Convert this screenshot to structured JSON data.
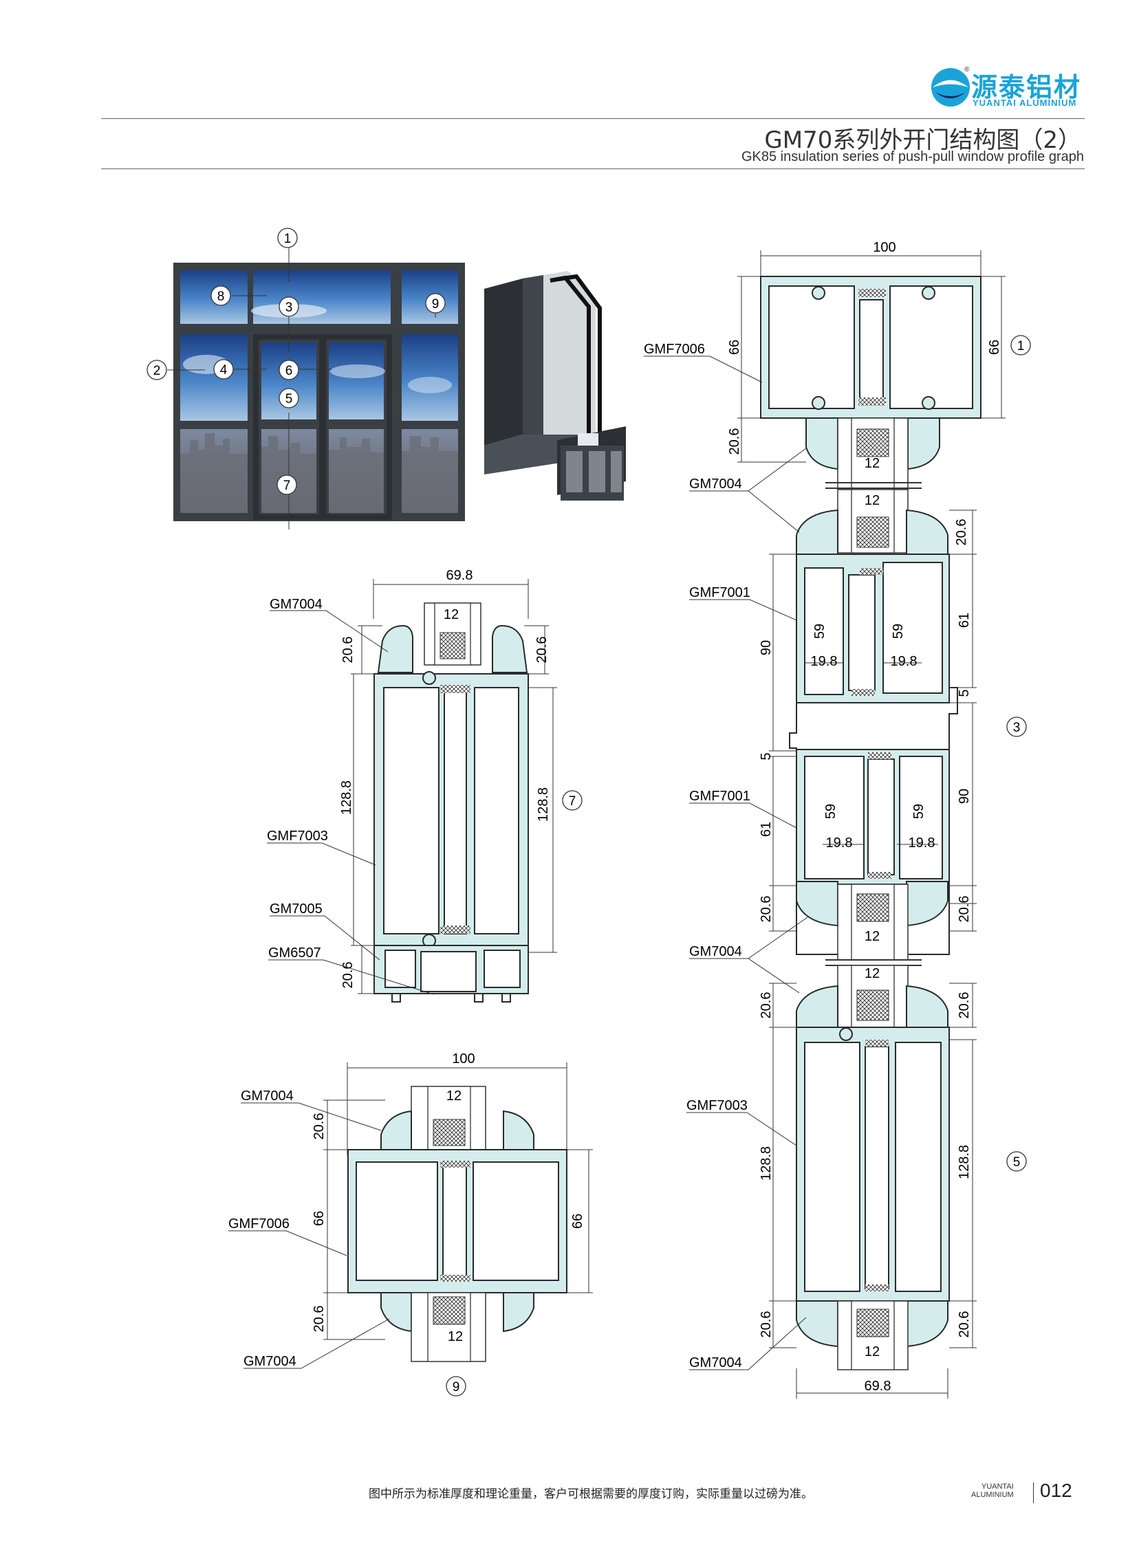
{
  "brand": {
    "name_cn": "源泰铝材",
    "name_en": "YUANTAI ALUMINIUM",
    "reg_mark": "®",
    "color": "#1aa3d9"
  },
  "header": {
    "title_cn": "GM70系列外开门结构图（2）",
    "title_en": "GK85 insulation series of push-pull window profile graph"
  },
  "photo_callouts": [
    "1",
    "2",
    "3",
    "4",
    "5",
    "6",
    "7",
    "8",
    "9"
  ],
  "section_7": {
    "callout": "7",
    "width": "69.8",
    "glass": "12",
    "h1": "20.6",
    "h2": "20.6",
    "h_main_l": "128.8",
    "h_main_r": "128.8",
    "h_bot": "20.6",
    "labels": [
      "GM7004",
      "GMF7003",
      "GM7005",
      "GM6507"
    ]
  },
  "section_9": {
    "callout": "9",
    "width": "100",
    "glass_top": "12",
    "glass_bot": "12",
    "h_top": "20.6",
    "h_mid_l": "66",
    "h_mid_r": "66",
    "h_bot": "20.6",
    "labels": [
      "GM7004",
      "GMF7006",
      "GM7004"
    ]
  },
  "section_right": {
    "callouts": [
      "1",
      "3",
      "5"
    ],
    "width_top": "100",
    "width_bot": "69.8",
    "labels": [
      "GMF7006",
      "GM7004",
      "GMF7001",
      "GMF7001",
      "GM7004",
      "GMF7003",
      "GM7004"
    ],
    "dims": {
      "h66l": "66",
      "h66r": "66",
      "h206a": "20.6",
      "g12a": "12",
      "g12b": "12",
      "h206b": "20.6",
      "h90a": "90",
      "h59a": "59",
      "h59b": "59",
      "w198a": "19.8",
      "w198b": "19.8",
      "h61a": "61",
      "h5a": "5",
      "h5b": "5",
      "h61b": "61",
      "h59c": "59",
      "h59d": "59",
      "w198c": "19.8",
      "w198d": "19.8",
      "h90b": "90",
      "h206c": "20.6",
      "h206d": "20.6",
      "g12c": "12",
      "g12d": "12",
      "h206e": "20.6",
      "h206f": "20.6",
      "h1288l": "128.8",
      "h1288r": "128.8",
      "h206g": "20.6",
      "h206h": "20.6",
      "g12e": "12"
    }
  },
  "footer": {
    "note": "图中所示为标准厚度和理论重量，客户可根据需要的厚度订购，实际重量以过磅为准。",
    "brand_line1": "YUANTAI",
    "brand_line2": "ALUMINIUM",
    "page": "012"
  },
  "colors": {
    "profile_fill": "#d4ecec",
    "profile_stroke": "#2a2a2a",
    "frame_dark": "#3a3f44",
    "sky": "#3a6fb5"
  }
}
